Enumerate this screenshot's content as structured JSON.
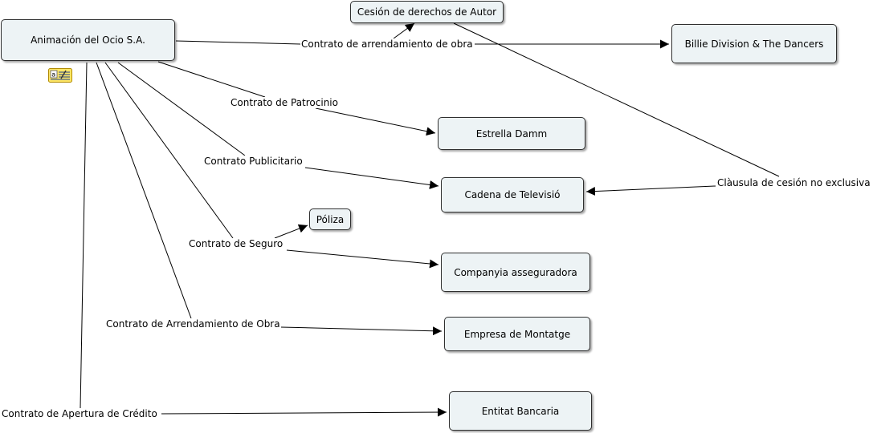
{
  "nodes": {
    "animacion": "Animación del Ocio S.A.",
    "cesion": "Cesión de derechos de Autor",
    "billie": "Billie Division & The Dancers",
    "estrella": "Estrella Damm",
    "cadena": "Cadena de Televisió",
    "poliza": "Póliza",
    "companyia": "Companyia asseguradora",
    "montatge": "Empresa de Montatge",
    "bancaria": "Entitat Bancaria"
  },
  "links": {
    "arrendamiento_obra": "Contrato de arrendamiento de obra",
    "patrocinio": "Contrato de Patrocinio",
    "publicitario": "Contrato Publicitario",
    "seguro": "Contrato de Seguro",
    "arrendamiento_obra_2": "Contrato de Arrendamiento de Obra",
    "apertura_credito": "Contrato de Apertura de Crédito",
    "clausula": "Clàusula de cesión no exclusiva"
  },
  "icons": {
    "annotation": "note-icon"
  },
  "colors": {
    "node_fill": "#edf3f5",
    "node_border": "#2f2f2f",
    "line": "#000000",
    "note_fill": "#ffe766"
  }
}
